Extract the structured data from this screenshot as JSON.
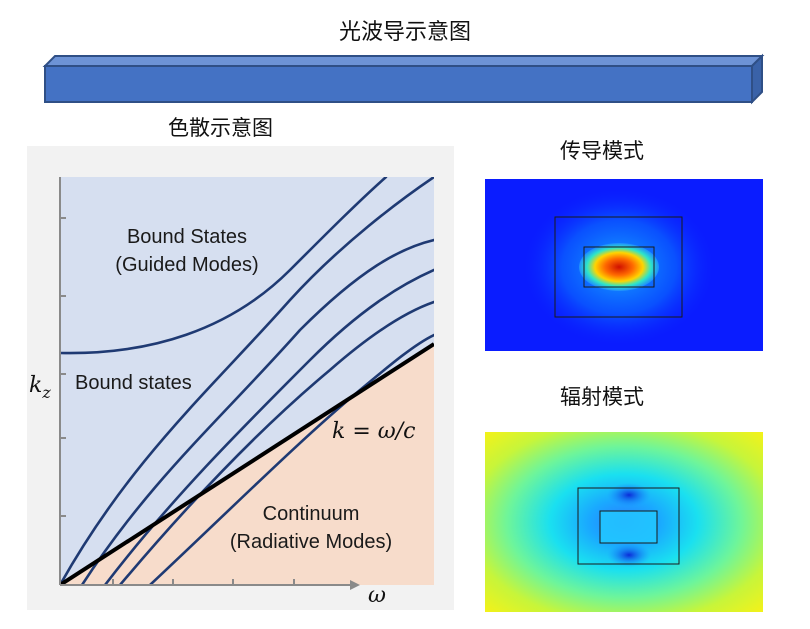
{
  "title": "光波导示意图",
  "dispersion_title": "色散示意图",
  "guided_mode_title": "传导模式",
  "radiation_mode_title": "辐射模式",
  "diagram": {
    "region_upper_line1": "Bound States",
    "region_upper_line2": "(Guided Modes)",
    "region_middle": "Bound states",
    "region_lower_line1": "Continuum",
    "region_lower_line2": "(Radiative Modes)",
    "light_line_label": "k = ω/c",
    "y_axis_label": "k",
    "y_axis_subscript": "z",
    "x_axis_label": "ω"
  },
  "colors": {
    "waveguide_fill": "#4472c4",
    "waveguide_edge": "#2f4f86",
    "bound_region": "#d6dff0",
    "continuum_region": "#f7dccb",
    "mode_curves": "#1f3a73",
    "light_line": "#000000"
  }
}
